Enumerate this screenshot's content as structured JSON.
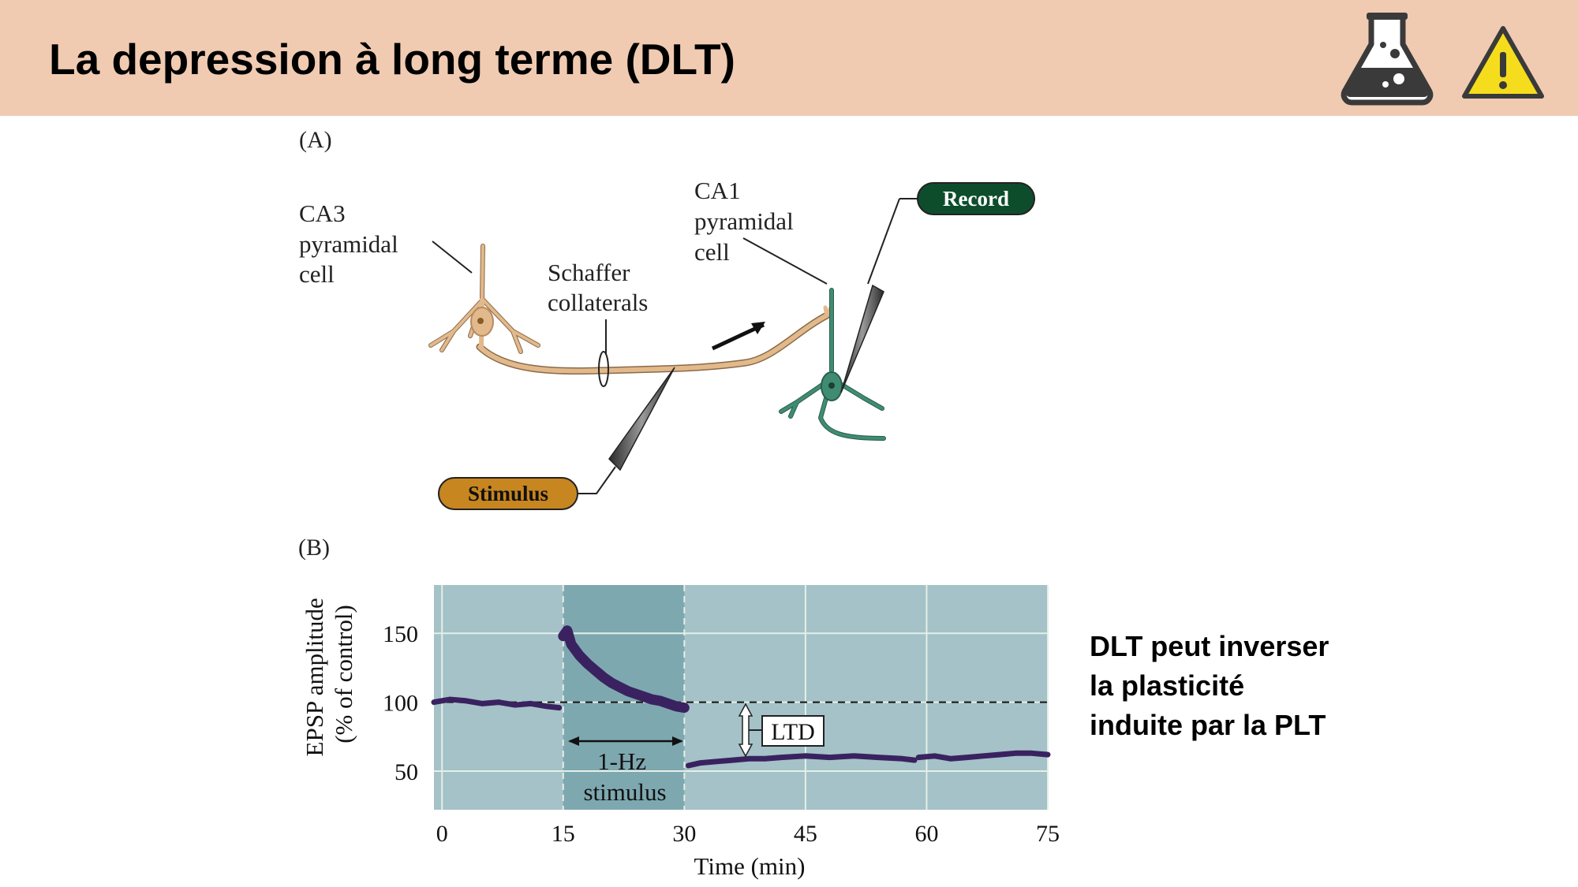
{
  "slide": {
    "title": "La depression à long terme (DLT)",
    "side_note": [
      "DLT peut inverser",
      "la plasticité",
      "induite par la PLT"
    ]
  },
  "icons": {
    "lab_flask": "flask-icon",
    "warning": "warning-triangle-icon"
  },
  "colors": {
    "header_bg": "#f0cbb2",
    "ca3_neuron": "#e2b98b",
    "ca1_neuron": "#3f8c72",
    "record_label_bg": "#0e4d2c",
    "stimulus_label_bg": "#c7861f",
    "plot_bg": "#a4c2c8",
    "stim_band": "#7ea8b0",
    "trace": "#3a2260"
  },
  "panel_a": {
    "label": "(A)",
    "ca3_label": [
      "CA3",
      "pyramidal",
      "cell"
    ],
    "ca1_label": [
      "CA1",
      "pyramidal",
      "cell"
    ],
    "schaffer_label": [
      "Schaffer",
      "collaterals"
    ],
    "record_label": "Record",
    "stimulus_label": "Stimulus"
  },
  "panel_b": {
    "label": "(B)",
    "ylabel_lines": [
      "EPSP amplitude",
      "(% of control)"
    ],
    "xlabel": "Time (min)",
    "stim_label": [
      "1-Hz",
      "stimulus"
    ],
    "ltd_label": "LTD"
  },
  "chart_data": {
    "type": "line",
    "xlabel": "Time (min)",
    "ylabel": "EPSP amplitude (% of control)",
    "xlim": [
      -1,
      75
    ],
    "ylim": [
      22,
      185
    ],
    "x_ticks": [
      0,
      15,
      30,
      45,
      60,
      75
    ],
    "y_ticks": [
      50,
      100,
      150
    ],
    "grid": true,
    "baseline": 100,
    "stimulus_window": [
      15,
      30
    ],
    "series": [
      {
        "segments": [
          {
            "x": [
              -1,
              1,
              3,
              5,
              7,
              9,
              11,
              13,
              14.5
            ],
            "y": [
              100,
              102,
              101,
              99,
              100,
              98,
              99,
              97,
              96
            ]
          },
          {
            "x": [
              15,
              15.5,
              16,
              17,
              18,
              19,
              20,
              21,
              22,
              23,
              24,
              25,
              26,
              27,
              28,
              29,
              30
            ],
            "y": [
              148,
              152,
              142,
              134,
              128,
              123,
              118,
              114,
              111,
              108,
              106,
              104,
              102,
              101,
              99,
              97,
              96
            ]
          },
          {
            "x": [
              30.5,
              32,
              34,
              36,
              38,
              40,
              42,
              45,
              48,
              51,
              54,
              57,
              58.5
            ],
            "y": [
              54,
              56,
              57,
              58,
              59,
              59,
              60,
              61,
              60,
              61,
              60,
              59,
              58
            ]
          },
          {
            "x": [
              59,
              61,
              63,
              65,
              67,
              69,
              71,
              73,
              75
            ],
            "y": [
              60,
              61,
              59,
              60,
              61,
              62,
              63,
              63,
              62
            ]
          }
        ]
      }
    ]
  }
}
